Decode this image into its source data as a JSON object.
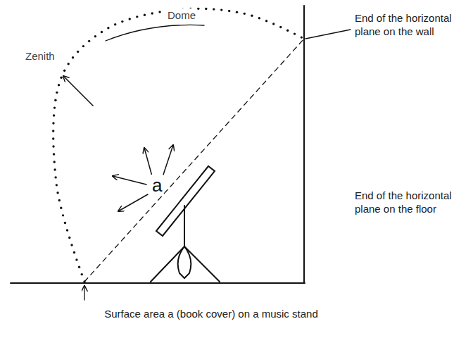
{
  "diagram": {
    "labels": [
      "Dome",
      "Zenith",
      "End of the horizontal plane on the wall",
      "a",
      "End of the horizontal plane on the floor",
      "Surface area a (book cover) on a music stand"
    ]
  }
}
